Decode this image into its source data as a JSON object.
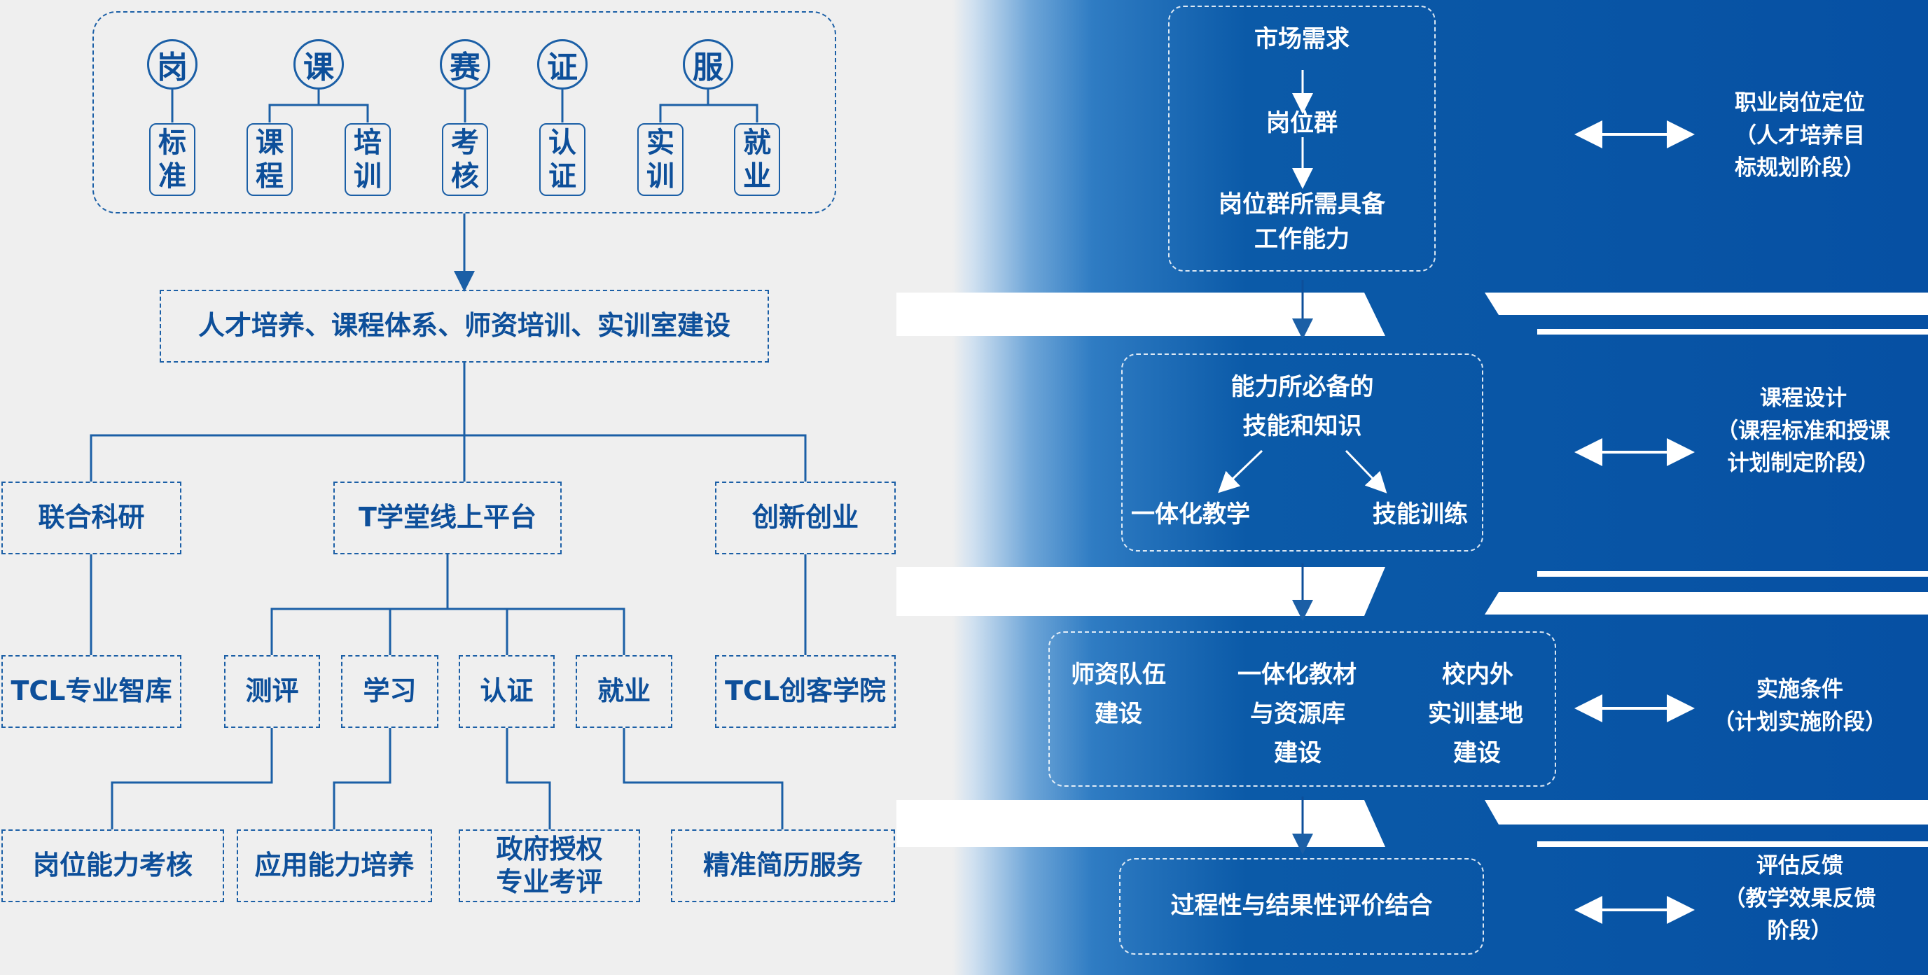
{
  "top_circles": [
    {
      "char": "岗",
      "subs": [
        "标\n准"
      ]
    },
    {
      "char": "课",
      "subs": [
        "课\n程",
        "培\n训"
      ]
    },
    {
      "char": "赛",
      "subs": [
        "考\n核"
      ]
    },
    {
      "char": "证",
      "subs": [
        "认\n证"
      ]
    },
    {
      "char": "服",
      "subs": [
        "实\n训",
        "就\n业"
      ]
    }
  ],
  "main_box": "人才培养、课程体系、师资培训、实训室建设",
  "level2": [
    "联合科研",
    "T学堂线上平台",
    "创新创业"
  ],
  "level3_left": "TCL专业智库",
  "level3_right": "TCL创客学院",
  "platform_items": [
    "测评",
    "学习",
    "认证",
    "就业"
  ],
  "level4": [
    "岗位能力考核",
    "应用能力培养",
    "政府授权\n专业考评",
    "精准简历服务"
  ],
  "right_flow": {
    "stage1": [
      "市场需求",
      "岗位群",
      "岗位群所需具备",
      "工作能力"
    ],
    "stage2": {
      "top": [
        "能力所必备的",
        "技能和知识"
      ],
      "left": "一体化教学",
      "right": "技能训练"
    },
    "stage3": [
      [
        "师资队伍",
        "建设"
      ],
      [
        "一体化教材",
        "与资源库",
        "建设"
      ],
      [
        "校内外",
        "实训基地",
        "建设"
      ]
    ],
    "stage4": "过程性与结果性评价结合"
  },
  "stage_labels": [
    [
      "职业岗位定位",
      "（人才培养目",
      "标规划阶段）"
    ],
    [
      "课程设计",
      "（课程标准和授课",
      "计划制定阶段）"
    ],
    [
      "实施条件",
      "（计划实施阶段）"
    ],
    [
      "评估反馈",
      "（教学效果反馈",
      "阶段）"
    ]
  ],
  "colors": {
    "primary": "#1b5fa6",
    "text": "#0d4f9a",
    "panel": "#0650a3"
  }
}
